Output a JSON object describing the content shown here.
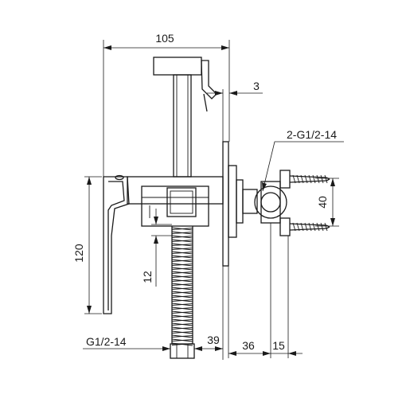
{
  "dimensions": {
    "width_105": "105",
    "gap_3": "3",
    "thread_outlet": "2-G1/2-14",
    "height_40": "40",
    "height_120": "120",
    "height_12": "12",
    "thread_inlet": "G1/2-14",
    "width_39": "39",
    "width_36": "36",
    "width_15": "15"
  }
}
